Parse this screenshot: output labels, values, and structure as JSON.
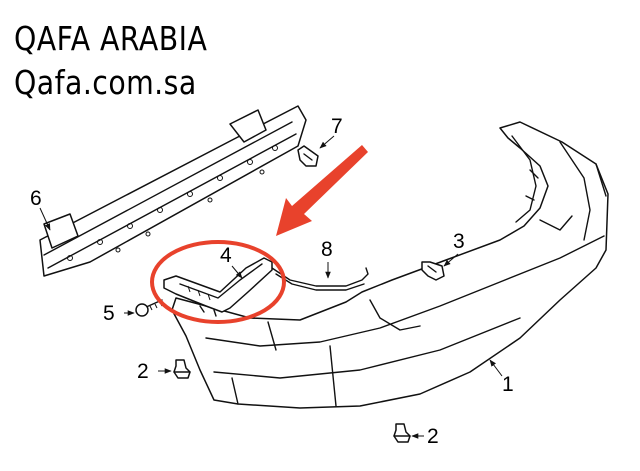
{
  "header": {
    "brand_name": "QAFA ARABIA",
    "brand_site": "Qafa.com.sa"
  },
  "colors": {
    "highlight": "#e8422c",
    "line": "#111111"
  },
  "callouts": {
    "c1": "1",
    "c2a": "2",
    "c2b": "2",
    "c3": "3",
    "c4": "4",
    "c5": "5",
    "c6": "6",
    "c7": "7",
    "c8": "8"
  },
  "highlight": {
    "target_callout": "4",
    "arrow_icon": "red-pointer-arrow",
    "ring_icon": "red-highlight-ellipse"
  }
}
